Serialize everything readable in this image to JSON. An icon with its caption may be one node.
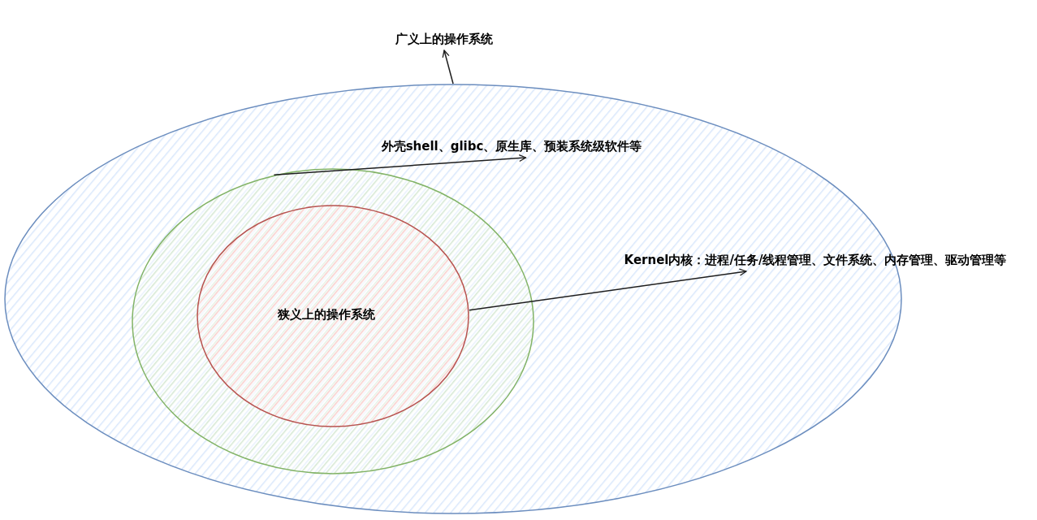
{
  "diagram": {
    "nodes": [
      {
        "text": [],
        "shape": "ellipse"
      },
      {
        "text": [],
        "shape": "ellipse",
        "in": 0
      },
      {
        "text": [
          "狭义上的操作系统"
        ],
        "in": 1
      },
      {
        "text": [
          "广义上的操作系统"
        ]
      },
      {
        "text": [
          "外壳shell、glibc、原生库、预装系统级软件等"
        ],
        "in": 0
      },
      {
        "text": [
          "Kernel内核：进程/任务/线程管理、文件系统、内存管理、驱动管理等"
        ]
      }
    ],
    "edges": [
      {
        "from": 0,
        "to": 3,
        "arrow": "to"
      },
      {
        "from": 1,
        "to": 4,
        "arrow": "to"
      },
      {
        "from": 2,
        "to": 5,
        "arrow": "to"
      }
    ]
  }
}
